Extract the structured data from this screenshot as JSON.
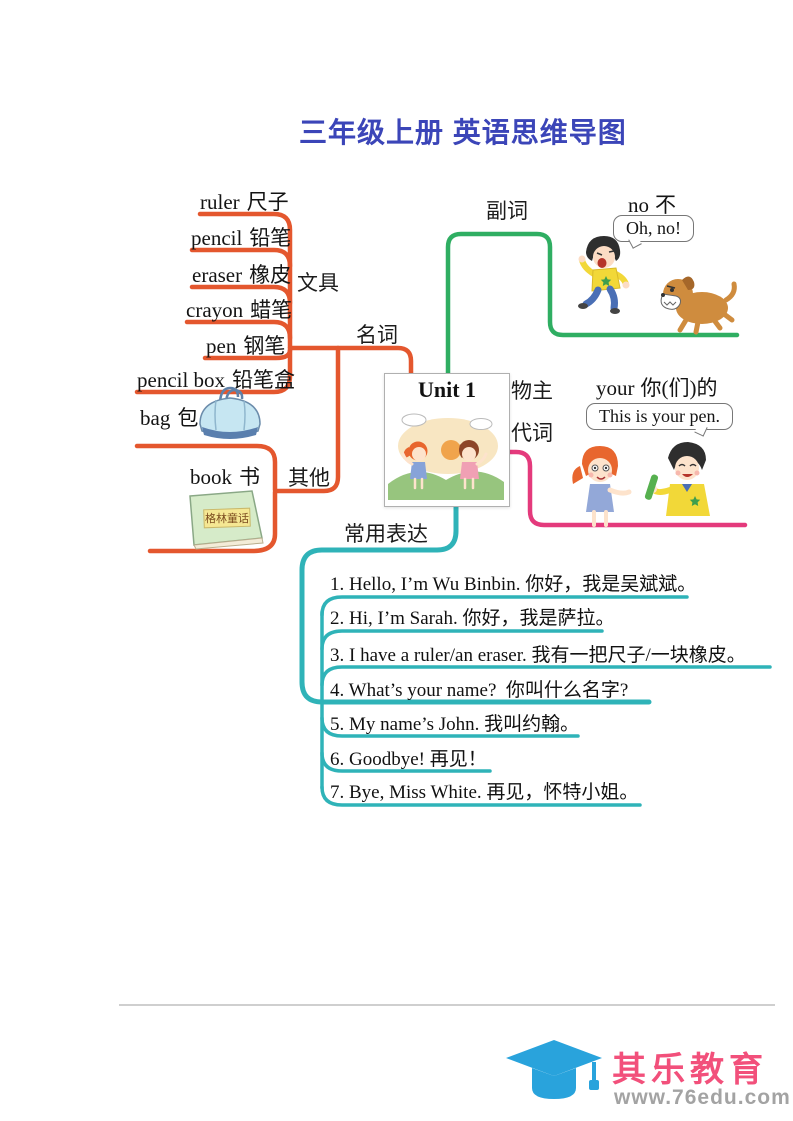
{
  "title": "三年级上册 英语思维导图",
  "center": {
    "label": "Unit 1"
  },
  "nouns": {
    "label": "名词",
    "stationery": {
      "label": "文具",
      "items": [
        {
          "en": "ruler",
          "zh": "尺子"
        },
        {
          "en": "pencil",
          "zh": "铅笔"
        },
        {
          "en": "eraser",
          "zh": "橡皮"
        },
        {
          "en": "crayon",
          "zh": "蜡笔"
        },
        {
          "en": "pen",
          "zh": "钢笔"
        },
        {
          "en": "pencil box",
          "zh": "铅笔盒"
        }
      ]
    },
    "others": {
      "label": "其他",
      "items": [
        {
          "en": "bag",
          "zh": "包"
        },
        {
          "en": "book",
          "zh": "书",
          "cover_text": "格林童话"
        }
      ]
    }
  },
  "adverbs": {
    "label": "副词",
    "word_en": "no",
    "word_zh": "不",
    "bubble": "Oh, no!"
  },
  "possessive": {
    "label_line1": "物主",
    "label_line2": "代词",
    "word_en": "your",
    "word_zh": "你(们)的",
    "bubble": "This is your pen."
  },
  "expressions": {
    "label": "常用表达",
    "sentences": [
      "1. Hello, I’m Wu Binbin. 你好，我是吴斌斌。",
      "2. Hi, I’m Sarah. 你好，我是萨拉。",
      "3. I have a ruler/an eraser. 我有一把尺子/一块橡皮。",
      "4. What’s your name?  你叫什么名字?",
      "5. My name’s John. 我叫约翰。",
      "6. Goodbye! 再见！",
      "7. Bye, Miss White. 再见，怀特小姐。"
    ]
  },
  "footer": {
    "brand": "其乐教育",
    "url": "www.76edu.com"
  },
  "colors": {
    "branch_nouns": "#e4572e",
    "branch_adverbs": "#2fae62",
    "branch_possessive": "#e43a7c",
    "branch_expressions": "#2fb3b8",
    "title_blue": "#3b45b8",
    "brand_pink": "#f2507b",
    "cap_blue": "#29a3dc",
    "url_gray": "#a3a3a3"
  }
}
